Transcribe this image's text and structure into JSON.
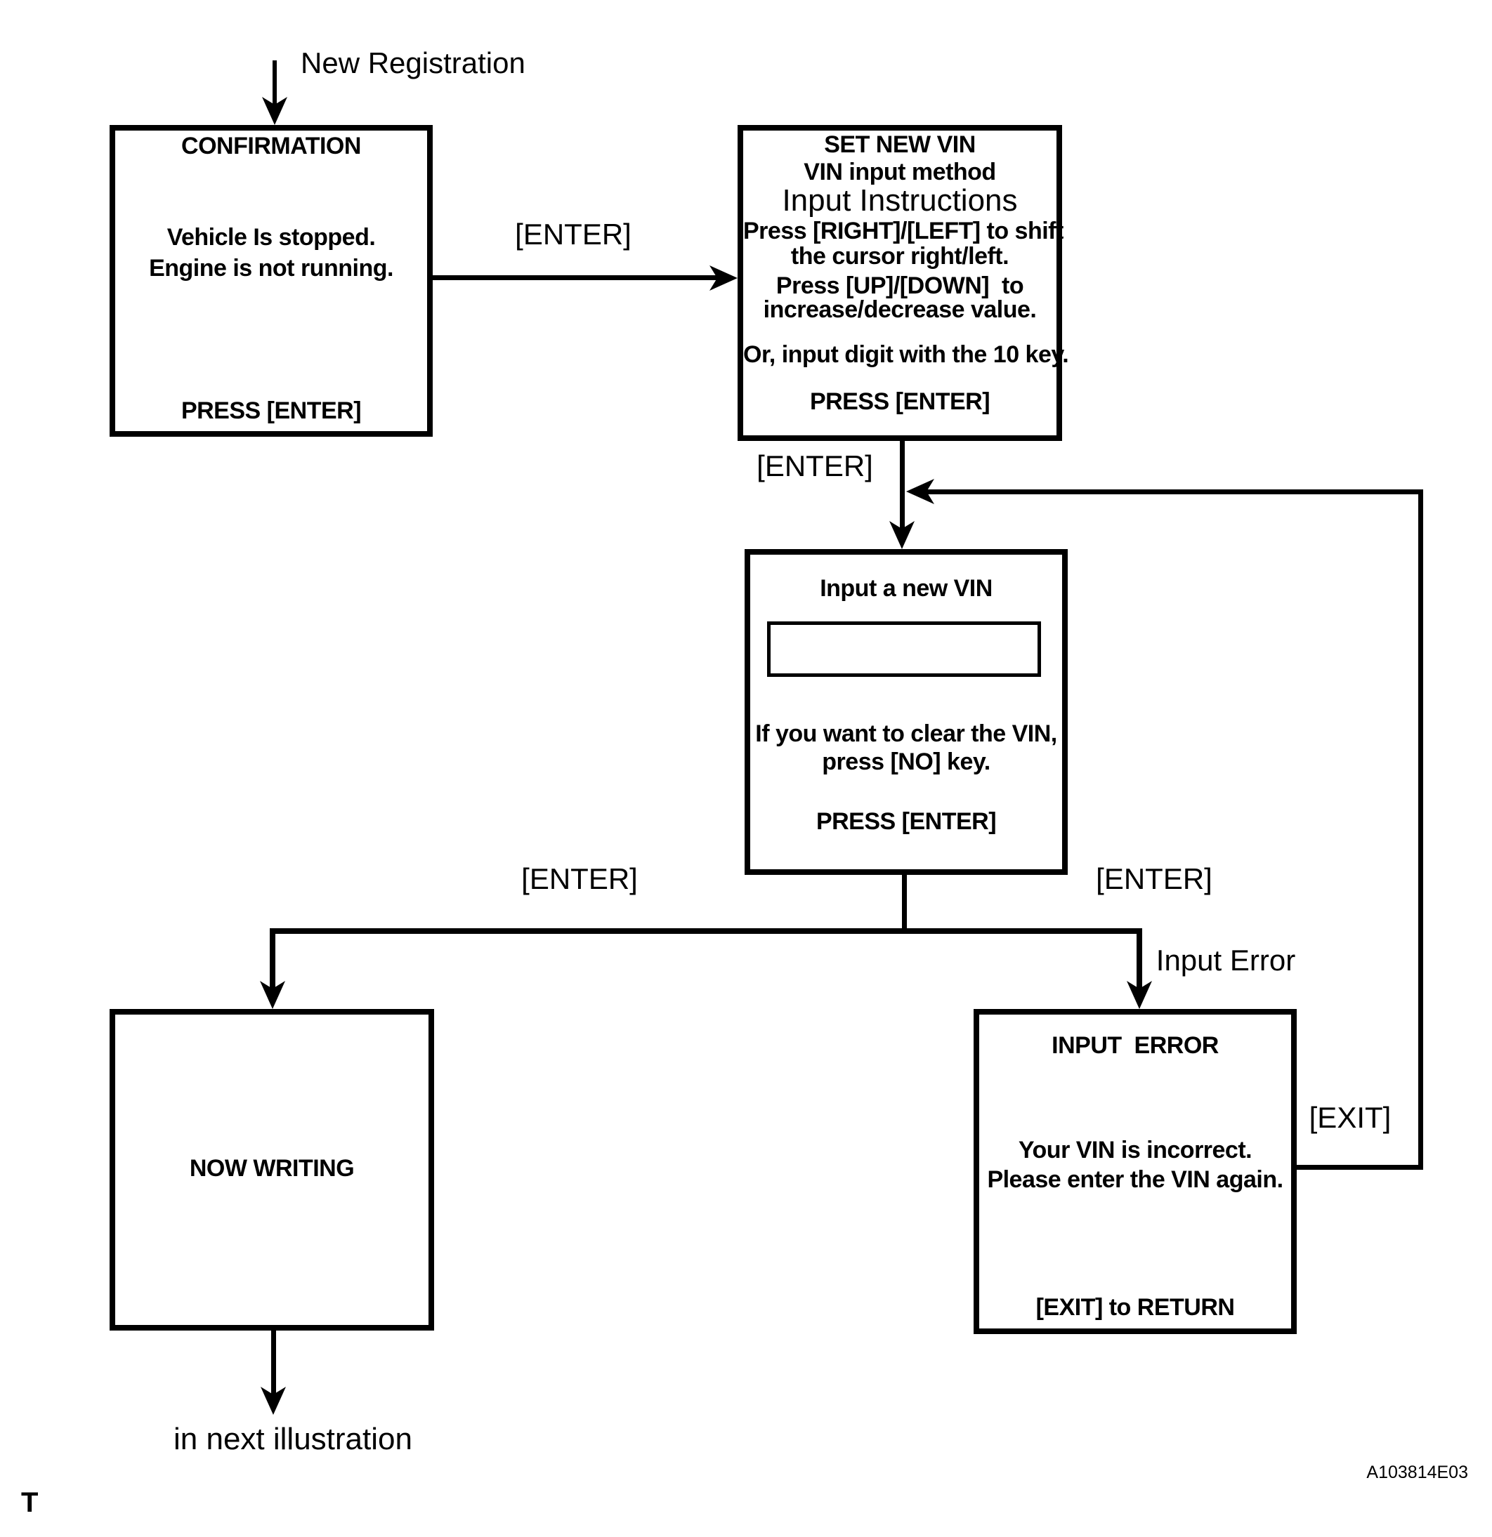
{
  "colors": {
    "ink": "#000000",
    "background": "#ffffff"
  },
  "entry_label": "New Registration",
  "boxes": {
    "confirmation": {
      "title": "CONFIRMATION",
      "body_line1": "Vehicle Is stopped.",
      "body_line2": "Engine is not running.",
      "footer": "PRESS [ENTER]"
    },
    "set_new_vin": {
      "title": "SET NEW VIN",
      "subtitle": "VIN input method",
      "section_heading": "Input Instructions",
      "instr_line1": "Press [RIGHT]/[LEFT] to shift",
      "instr_line2": "the cursor right/left.",
      "instr_line3": "Press [UP]/[DOWN]  to",
      "instr_line4": "increase/decrease value.",
      "instr_line5": "Or, input digit with the 10 key.",
      "footer": "PRESS [ENTER]"
    },
    "input_new_vin": {
      "title": "Input a new VIN",
      "field_value": "",
      "body_line1": "If you want to clear the VIN,",
      "body_line2": "press [NO] key.",
      "footer": "PRESS [ENTER]"
    },
    "now_writing": {
      "title": "NOW WRITING"
    },
    "input_error": {
      "title": "INPUT  ERROR",
      "body_line1": "Your VIN is incorrect.",
      "body_line2": "Please enter the VIN again.",
      "footer": "[EXIT] to RETURN"
    }
  },
  "edge_labels": {
    "enter_confirmation_to_set": "[ENTER]",
    "enter_set_to_input": "[ENTER]",
    "enter_input_to_writing": "[ENTER]",
    "enter_input_to_error": "[ENTER]",
    "input_error_branch": "Input Error",
    "exit_return": "[EXIT]"
  },
  "exit_note": "in next illustration",
  "footer": {
    "left": "T",
    "right": "A103814E03"
  }
}
